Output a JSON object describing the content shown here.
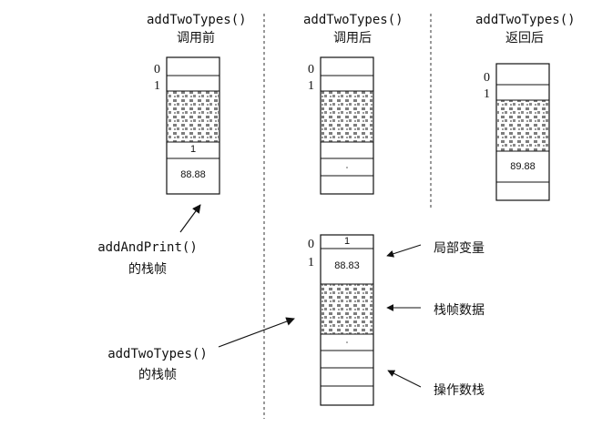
{
  "columns": [
    {
      "title": "addTwoTypes()",
      "subtitle": "调用前",
      "index0": "0",
      "index1": "1",
      "cell_int": "1",
      "cell_double": "88.88"
    },
    {
      "title": "addTwoTypes()",
      "subtitle": "调用后",
      "index0": "0",
      "index1": "1"
    },
    {
      "title": "addTwoTypes()",
      "subtitle": "返回后",
      "index0": "0",
      "index1": "1",
      "cell_double": "89.88"
    }
  ],
  "lower_frame": {
    "index0": "0",
    "index1": "1",
    "cell_int": "1",
    "cell_double": "88.83"
  },
  "left_labels": [
    {
      "line1": "addAndPrint()",
      "line2": "的栈帧"
    },
    {
      "line1": "addTwoTypes()",
      "line2": "的栈帧"
    }
  ],
  "right_labels": [
    "局部变量",
    "栈帧数据",
    "操作数栈"
  ],
  "colors": {
    "line": "#111111",
    "divider": "#333333",
    "hatch": "#7d7d7d"
  }
}
